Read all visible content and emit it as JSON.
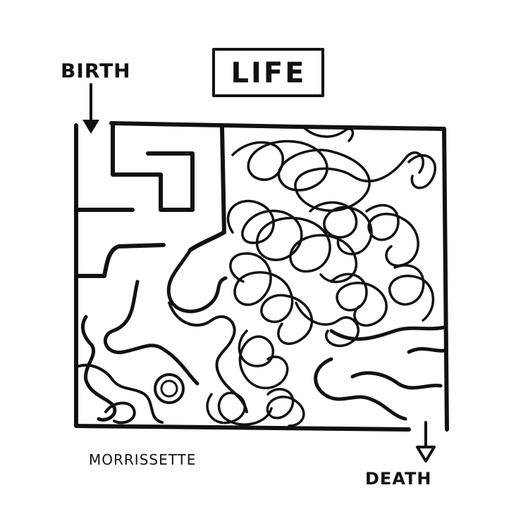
{
  "title": "LIFE",
  "start_label": "BIRTH",
  "end_label": "DEATH",
  "signature": "MORRISSETTE",
  "colors": {
    "ink": "#111111",
    "paper": "#ffffff"
  },
  "icons": {
    "start_arrow": "arrow-down-filled-icon",
    "end_arrow": "arrow-down-outline-icon"
  }
}
